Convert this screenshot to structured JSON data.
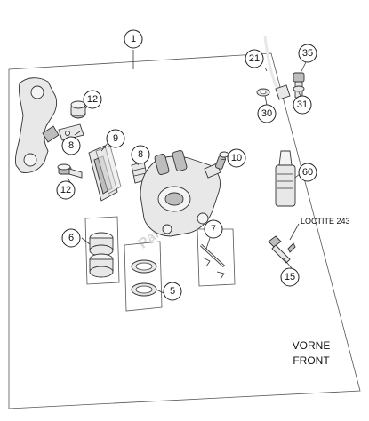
{
  "callouts": [
    "1",
    "21",
    "35",
    "12",
    "9",
    "8",
    "8",
    "10",
    "12",
    "60",
    "6",
    "7",
    "5",
    "30",
    "31",
    "15"
  ],
  "note": {
    "line1": "VORNE",
    "line2": "FRONT"
  },
  "loctite_label": "LOCTITE 243",
  "watermark": "PartsRepublik",
  "colors": {
    "line": "#333333",
    "fill": "#e8e8e8"
  }
}
